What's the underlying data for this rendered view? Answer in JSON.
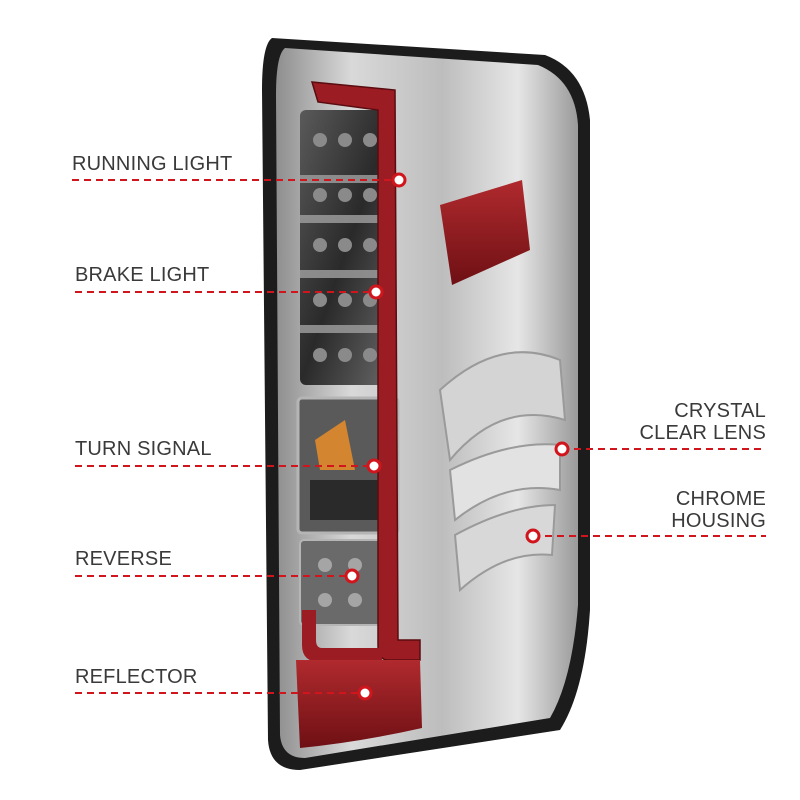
{
  "callouts": [
    {
      "id": "running-light",
      "label": "RUNNING LIGHT"
    },
    {
      "id": "brake-light",
      "label": "BRAKE LIGHT"
    },
    {
      "id": "turn-signal",
      "label": "TURN SIGNAL"
    },
    {
      "id": "reverse",
      "label": "REVERSE"
    },
    {
      "id": "reflector",
      "label": "REFLECTOR"
    },
    {
      "id": "crystal-clear-lens",
      "label_lines": [
        "CRYSTAL",
        "CLEAR LENS"
      ]
    },
    {
      "id": "chrome-housing",
      "label_lines": [
        "CHROME",
        "HOUSING"
      ]
    }
  ],
  "colors": {
    "callout_line": "#d0161c",
    "label_text": "#3a3a3a",
    "lens_red": "#8c1a1e",
    "chrome": "#c8c8c8"
  }
}
